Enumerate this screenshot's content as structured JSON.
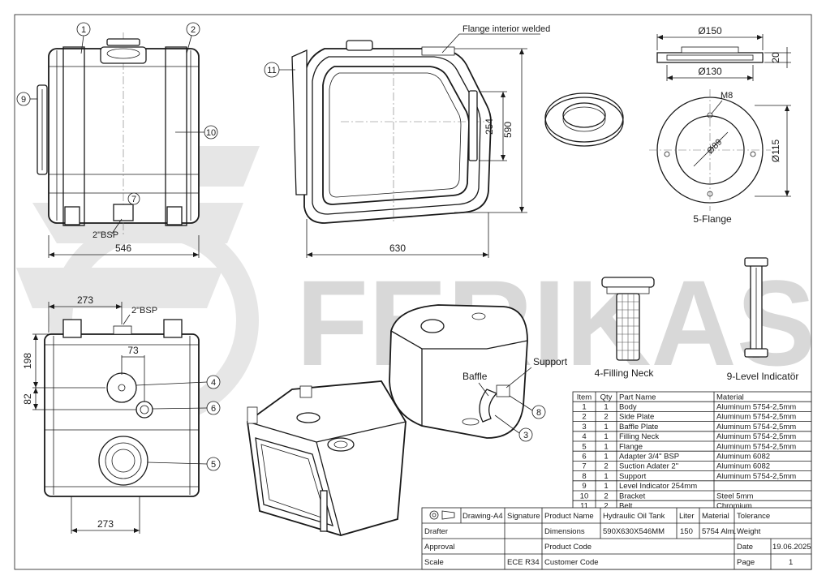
{
  "watermark": {
    "logo_text": "FERIKAS"
  },
  "front_view": {
    "callouts": [
      "1",
      "2",
      "9",
      "10",
      "7"
    ],
    "port_label": "2\"BSP",
    "width_dim": "546"
  },
  "side_view": {
    "callouts": [
      "11"
    ],
    "note": "Flange interior welded",
    "height_dim": "590",
    "inner_dim": "254",
    "width_dim": "630"
  },
  "flange_views": {
    "outer_dia": "Ø150",
    "thickness": "20",
    "inner_dia": "Ø130",
    "thread": "M8",
    "bore_dia": "Ø89",
    "bolt_dia": "Ø115",
    "caption": "5-Flange"
  },
  "top_view": {
    "dim_top": "273",
    "port_label": "2\"BSP",
    "dim_198": "198",
    "dim_73": "73",
    "dim_82": "82",
    "dim_bottom": "273",
    "callouts": [
      "4",
      "6",
      "5"
    ]
  },
  "iso_views": {
    "baffle": "Baffle",
    "support": "Support",
    "callouts": [
      "8",
      "3"
    ]
  },
  "parts": {
    "filling_neck": "4-Filling Neck",
    "level_indicator": "9-Level Indicatör"
  },
  "bom": {
    "headers": [
      "Item",
      "Qty",
      "Part Name",
      "Material"
    ],
    "rows": [
      [
        "1",
        "1",
        "Body",
        "Aluminum 5754-2,5mm"
      ],
      [
        "2",
        "2",
        "Side Plate",
        "Aluminum 5754-2,5mm"
      ],
      [
        "3",
        "1",
        "Baffle Plate",
        "Aluminum 5754-2,5mm"
      ],
      [
        "4",
        "1",
        "Filling Neck",
        "Aluminum 5754-2,5mm"
      ],
      [
        "5",
        "1",
        "Flange",
        "Aluminum 5754-2,5mm"
      ],
      [
        "6",
        "1",
        "Adapter 3/4\" BSP",
        "Aluminum 6082"
      ],
      [
        "7",
        "2",
        "Suction Adater  2\"",
        "Aluminum 6082"
      ],
      [
        "8",
        "1",
        "Support",
        "Aluminum 5754-2,5mm"
      ],
      [
        "9",
        "1",
        "Level Indicator 254mm",
        ""
      ],
      [
        "10",
        "2",
        "Bracket",
        "Steel 5mm"
      ],
      [
        "11",
        "2",
        "Belt",
        "Chromium"
      ]
    ]
  },
  "title_block": {
    "drawing_size": "Drawing-A4",
    "signature": "Signature",
    "product_name_label": "Product Name",
    "product_name": "Hydraulic Oil Tank",
    "liter_label": "Liter",
    "material_label": "Material",
    "tolerance_label": "Tolerance",
    "drafter": "Drafter",
    "dimensions_label": "Dimensions",
    "dimensions": "590X630X546MM",
    "liter": "150",
    "material": "5754 Alm.",
    "weight_label": "Weight",
    "approval": "Approval",
    "product_code_label": "Product Code",
    "date_label": "Date",
    "date": "19.06.2025",
    "scale": "Scale",
    "standard": "ECE R34",
    "customer_code_label": "Customer Code",
    "page_label": "Page",
    "page": "1"
  }
}
